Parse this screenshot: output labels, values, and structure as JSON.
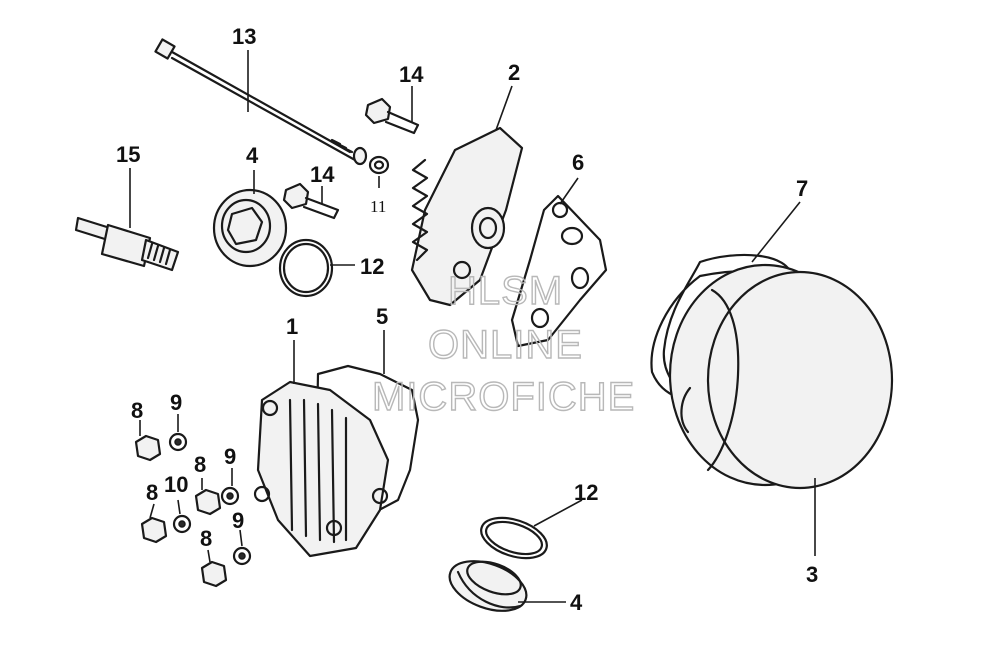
{
  "watermark": {
    "line1": "HLSM",
    "line2": "ONLINE",
    "line3": "MICROFICHE"
  },
  "callouts": [
    {
      "id": "c13",
      "label": "13"
    },
    {
      "id": "c14a",
      "label": "14"
    },
    {
      "id": "c2",
      "label": "2"
    },
    {
      "id": "c15",
      "label": "15"
    },
    {
      "id": "c4a",
      "label": "4"
    },
    {
      "id": "c14b",
      "label": "14"
    },
    {
      "id": "c11",
      "label": "11"
    },
    {
      "id": "c6",
      "label": "6"
    },
    {
      "id": "c12a",
      "label": "12"
    },
    {
      "id": "c7",
      "label": "7"
    },
    {
      "id": "c1",
      "label": "1"
    },
    {
      "id": "c5",
      "label": "5"
    },
    {
      "id": "c9a",
      "label": "9"
    },
    {
      "id": "c8a",
      "label": "8"
    },
    {
      "id": "c9b",
      "label": "9"
    },
    {
      "id": "c10",
      "label": "10"
    },
    {
      "id": "c8b",
      "label": "8"
    },
    {
      "id": "c8c",
      "label": "8"
    },
    {
      "id": "c9c",
      "label": "9"
    },
    {
      "id": "c8d",
      "label": "8"
    },
    {
      "id": "c12b",
      "label": "12"
    },
    {
      "id": "c3",
      "label": "3"
    },
    {
      "id": "c4b",
      "label": "4"
    }
  ]
}
